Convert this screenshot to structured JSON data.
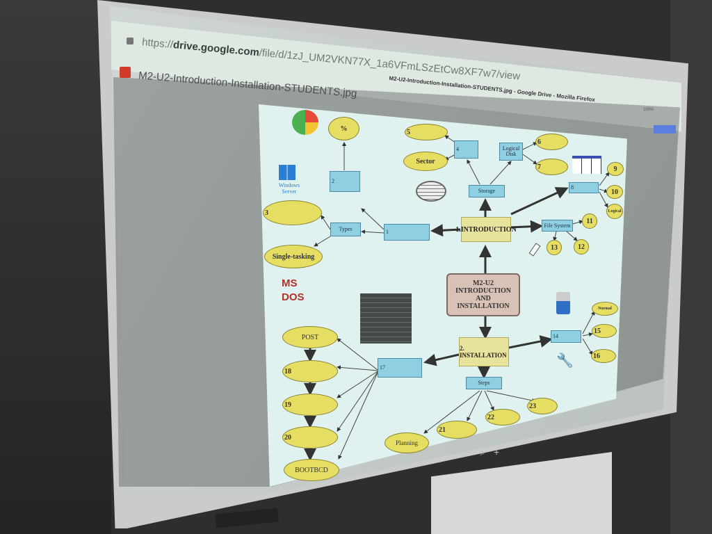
{
  "browser": {
    "window_title": "M2-U2-Introduction-Installation-STUDENTS.jpg - Google Drive - Mozilla Firefox",
    "url_prefix": "https://",
    "url_domain": "drive.google.com",
    "url_path": "/file/d/1zJ_UM2VKN77X_1a6VFmLSzEtCw8XF7w7/view",
    "zoom": "100%"
  },
  "drive": {
    "file_name": "M2-U2-Introduction-Installation-STUDENTS.jpg",
    "zoom_out": "−",
    "zoom_in": "+"
  },
  "diagram": {
    "center": [
      "M2-U2",
      "INTRODUCTION AND",
      "INSTALLATION"
    ],
    "introduction": "1.INTRODUCTION",
    "installation": "2. INSTALLATION",
    "percent": "%",
    "n1": "1",
    "n2": "2",
    "n3": "3",
    "n4": "4",
    "n5": "5",
    "n6": "6",
    "n7": "7",
    "n8": "8",
    "n9": "9",
    "n10": "10",
    "n11": "11",
    "n12": "12",
    "n13": "13",
    "n14": "14",
    "n15": "15",
    "n16": "16",
    "n17": "17",
    "n18": "18",
    "n19": "19",
    "n20": "20",
    "n21": "21",
    "n22": "22",
    "n23": "23",
    "types": "Types",
    "single_tasking": "Single-tasking",
    "windows_server": "Windows Server",
    "sector": "Sector",
    "logical_disk": "Logical Disk",
    "storage": "Storage",
    "logical": "Logical",
    "file_system": "File System",
    "normal": "Normal",
    "steps": "Steps",
    "planning": "Planning",
    "post": "POST",
    "bootbcd": "BOOTBCD",
    "msdos": "MS DOS"
  },
  "colors": {
    "oval": "#e5de63",
    "box": "#8ecfe2",
    "main": "#e7e39c",
    "center": "#d8c2b6"
  }
}
